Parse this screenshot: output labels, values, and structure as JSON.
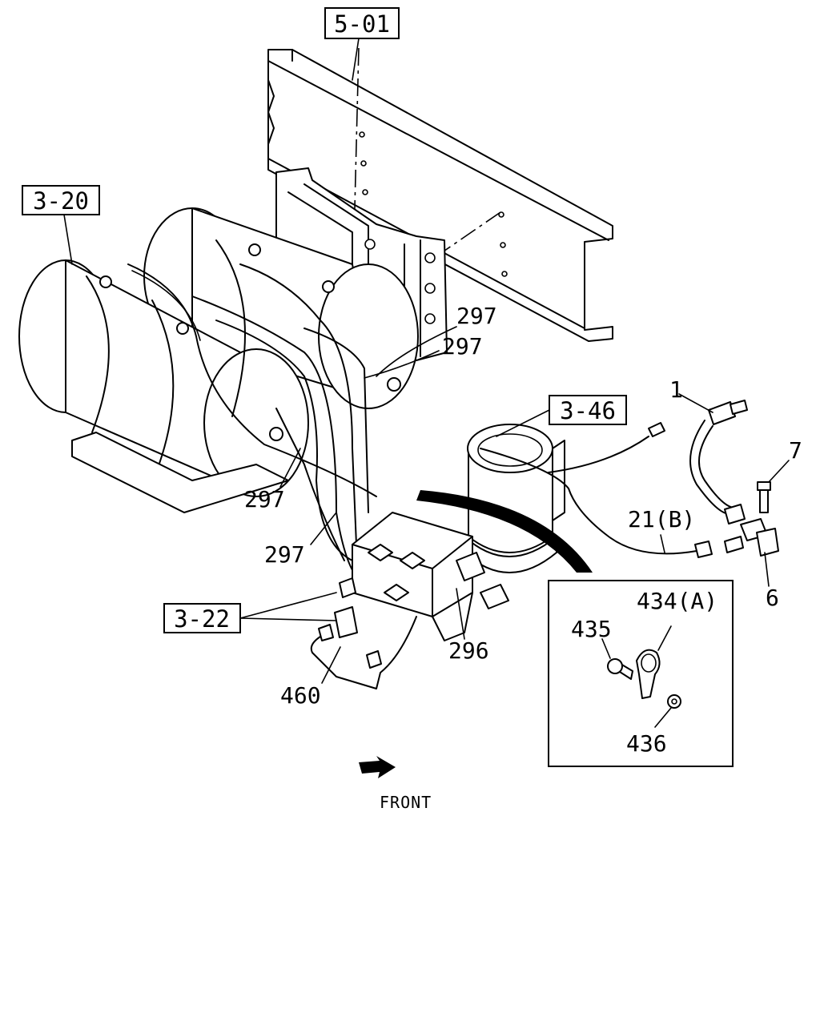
{
  "reference_boxes": [
    {
      "id": "ref-5-01",
      "text": "5-01"
    },
    {
      "id": "ref-3-20",
      "text": "3-20"
    },
    {
      "id": "ref-3-46",
      "text": "3-46"
    },
    {
      "id": "ref-3-22",
      "text": "3-22"
    }
  ],
  "part_labels": {
    "p297a": "297",
    "p297b": "297",
    "p297c": "297",
    "p297d": "297",
    "p1": "1",
    "p7": "7",
    "p21b": "21(B)",
    "p6": "6",
    "p434a": "434(A)",
    "p435": "435",
    "p436": "436",
    "p296": "296",
    "p460": "460"
  },
  "direction": {
    "label": "FRONT",
    "arrow_icon": "front-arrow-icon"
  }
}
